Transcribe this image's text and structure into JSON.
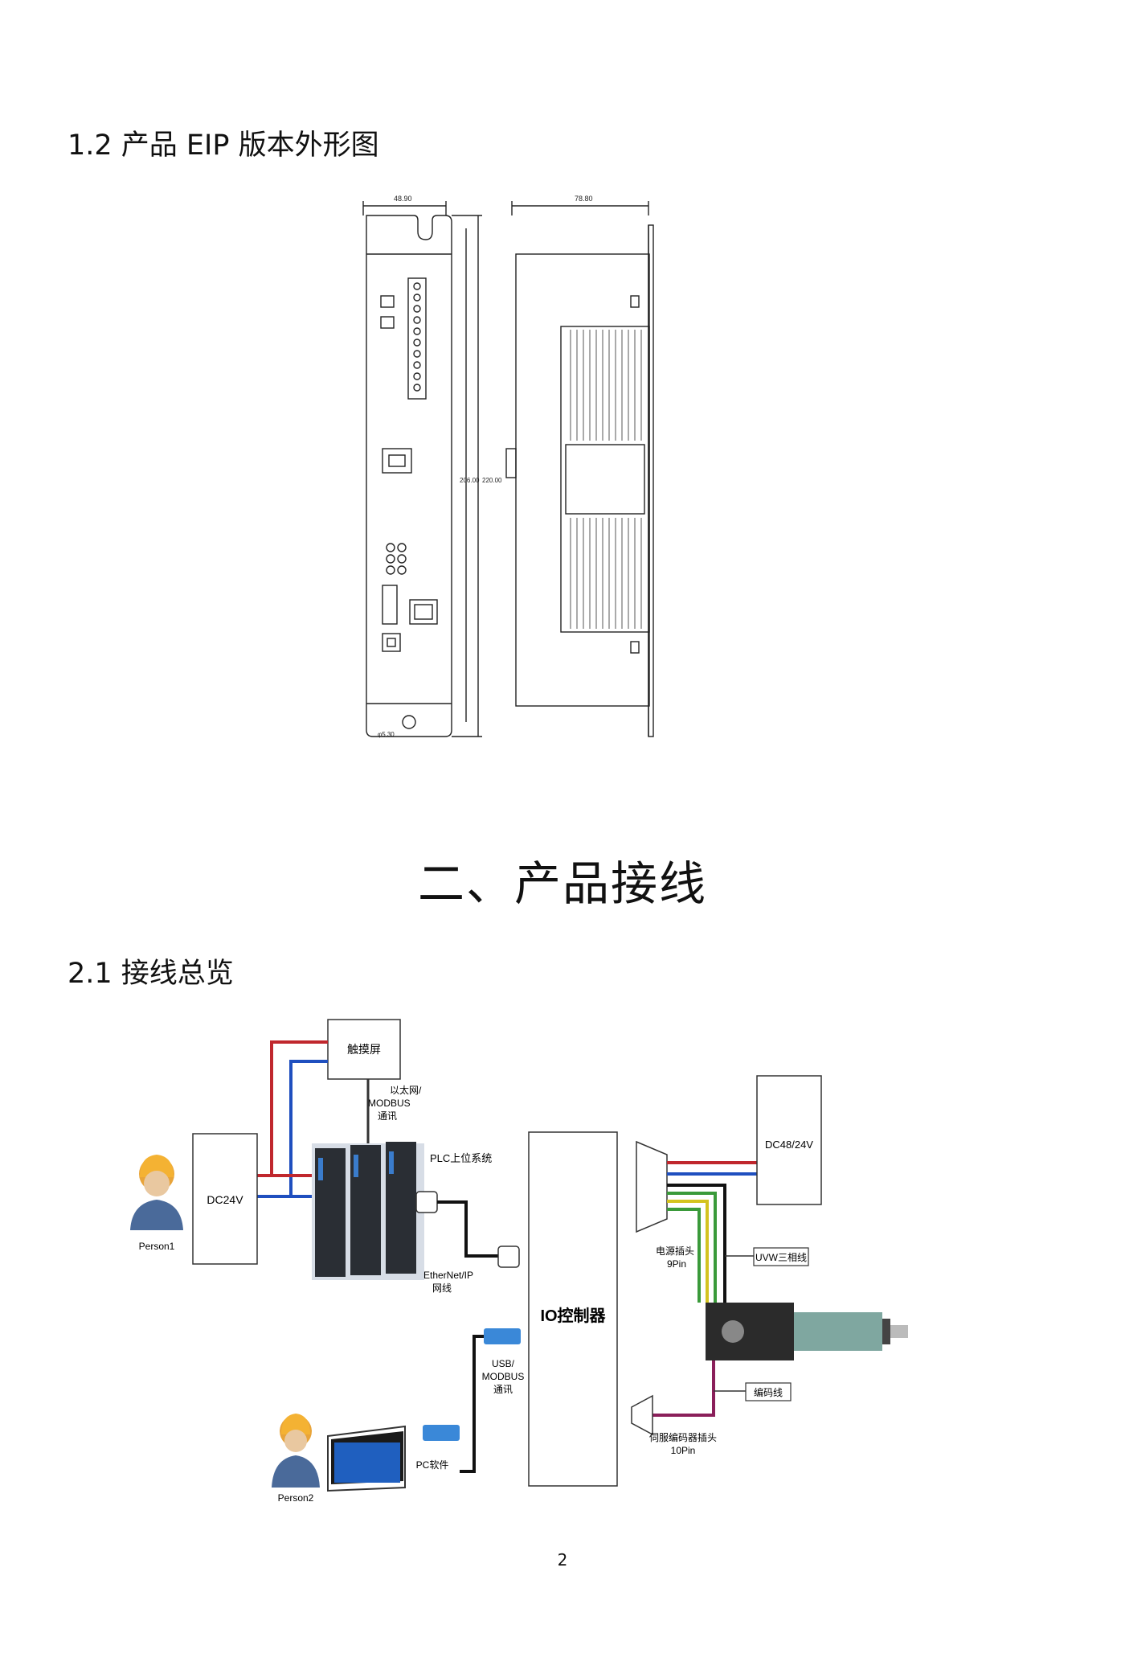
{
  "section_1_2": {
    "heading": "1.2 产品 EIP 版本外形图"
  },
  "drawing": {
    "front_width_dim": "48.90",
    "side_width_dim": "78.80",
    "height_dim_inner": "206.00",
    "height_dim_outer": "220.00",
    "hole_dim": "φ5.30"
  },
  "chapter_2": {
    "title": "二、产品接线"
  },
  "section_2_1": {
    "heading": "2.1 接线总览"
  },
  "wiring": {
    "touchscreen": "触摸屏",
    "ethernet_modbus": [
      "以太网/",
      "MODBUS",
      "通讯"
    ],
    "plc": "PLC上位系统",
    "dc24v": "DC24V",
    "person1": "Person1",
    "ethernet_ip": [
      "EtherNet/IP",
      "网线"
    ],
    "io_controller": "IO控制器",
    "dc48_24v": "DC48/24V",
    "power_plug": [
      "电源插头",
      "9Pin"
    ],
    "uvw_cable": "UVW三相线",
    "usb_modbus": [
      "USB/",
      "MODBUS",
      "通讯"
    ],
    "encoder_cable": "编码线",
    "servo_encoder_plug": [
      "伺服编码器插头",
      "10Pin"
    ],
    "pc_software": "PC软件",
    "person2": "Person2"
  },
  "colors": {
    "red": "#c0272d",
    "blue": "#1f4fbf",
    "green": "#3a9a3a",
    "yellow": "#d4c31f",
    "purple": "#8a1f5a",
    "black": "#111111"
  },
  "page": {
    "number": "2"
  }
}
